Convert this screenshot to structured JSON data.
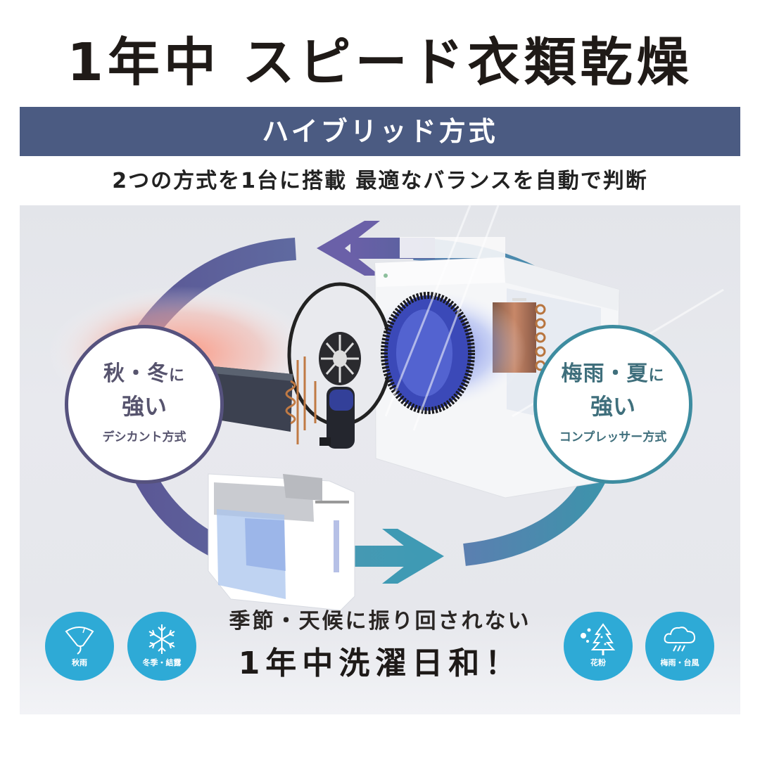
{
  "header": {
    "title": "1年中 スピード衣類乾燥",
    "band_label": "ハイブリッド方式",
    "subtitle": "2つの方式を1台に搭載 最適なバランスを自動で判断"
  },
  "diagram": {
    "left_circle": {
      "line1_main": "秋・冬",
      "line1_suffix": "に",
      "line2": "強い",
      "line3": "デシカント方式",
      "color": "#56527e"
    },
    "right_circle": {
      "line1_main": "梅雨・夏",
      "line1_suffix": "に",
      "line2": "強い",
      "line3": "コンプレッサー方式",
      "color": "#3d8ca0"
    },
    "top_arrow_direction": "left",
    "bottom_arrow_direction": "right",
    "cycle_colors": {
      "desiccant": "#5d5a98",
      "compressor": "#3f91ab"
    }
  },
  "weather_icons": [
    {
      "icon": "ginkgo-leaf-icon",
      "label": "秋雨"
    },
    {
      "icon": "snowflake-icon",
      "label": "冬季・結露"
    },
    {
      "icon": "pollen-tree-icon",
      "label": "花粉"
    },
    {
      "icon": "rain-cloud-icon",
      "label": "梅雨・台風"
    }
  ],
  "tagline": {
    "line1": "季節・天候に振り回されない",
    "line2": "1年中洗濯日和！"
  },
  "colors": {
    "band": "#4b5b82",
    "icon_circle": "#2eaad6"
  }
}
